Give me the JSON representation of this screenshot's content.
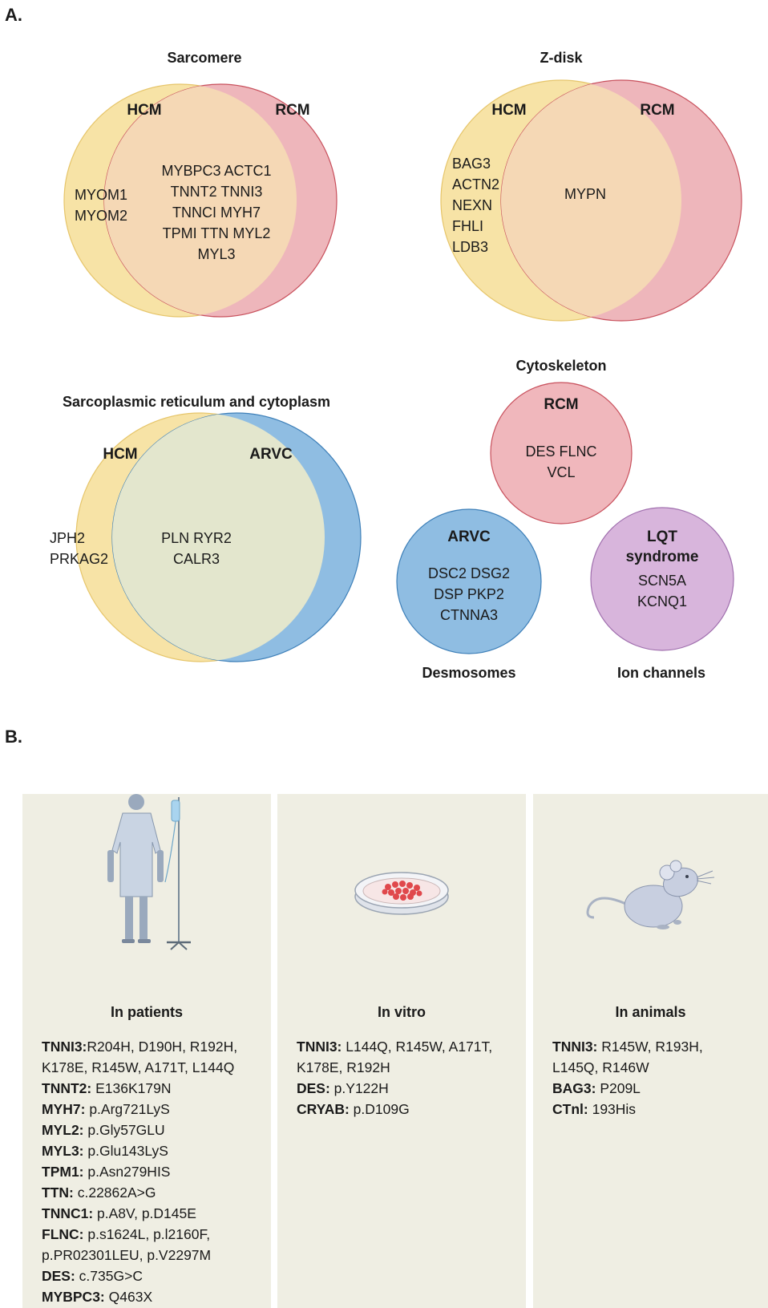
{
  "panel_a": {
    "letter": "A.",
    "sarcomere": {
      "title": "Sarcomere",
      "left_label": "HCM",
      "right_label": "RCM",
      "left_only": [
        "MYOM1",
        "MYOM2"
      ],
      "shared": [
        "MYBPC3 ACTC1",
        "TNNT2 TNNI3",
        "TNNCI MYH7",
        "TPMI TTN MYL2",
        "MYL3"
      ],
      "colors": {
        "left": "#f7e3a6",
        "right": "#eeb6bb",
        "overlap": "#f5d8b5"
      }
    },
    "zdisk": {
      "title": "Z-disk",
      "left_label": "HCM",
      "right_label": "RCM",
      "left_only": [
        "BAG3",
        "ACTN2",
        "NEXN",
        "FHLI",
        "LDB3"
      ],
      "shared": [
        "MYPN"
      ]
    },
    "sr": {
      "title": "Sarcoplasmic reticulum and cytoplasm",
      "left_label": "HCM",
      "right_label": "ARVC",
      "left_only": [
        "JPH2",
        "PRKAG2"
      ],
      "shared": [
        "PLN RYR2",
        "CALR3"
      ],
      "colors": {
        "left": "#f7e3a6",
        "right": "#8fbde2",
        "overlap": "#e3e6cd"
      }
    },
    "cytoskeleton": {
      "title": "Cytoskeleton",
      "label": "RCM",
      "genes": [
        "DES FLNC",
        "VCL"
      ],
      "color": "#f0b7bc"
    },
    "desmosomes": {
      "caption": "Desmosomes",
      "label": "ARVC",
      "genes": [
        "DSC2 DSG2",
        "DSP PKP2",
        "CTNNA3"
      ],
      "color": "#8fbde2"
    },
    "ion_channels": {
      "caption": "Ion channels",
      "label_line1": "LQT",
      "label_line2": "syndrome",
      "genes": [
        "SCN5A",
        "KCNQ1"
      ],
      "color": "#d8b5dc"
    }
  },
  "panel_b": {
    "letter": "B.",
    "cards": [
      {
        "title": "In patients",
        "icon": "patient-iv-icon",
        "rows": [
          {
            "gene": "TNNI3:",
            "text": "R204H, D190H, R192H,"
          },
          {
            "gene": "",
            "text": "K178E, R145W, A171T, L144Q"
          },
          {
            "gene": "TNNT2:",
            "text": " E136K179N"
          },
          {
            "gene": "MYH7:",
            "text": " p.Arg721LyS"
          },
          {
            "gene": "MYL2:",
            "text": " p.Gly57GLU"
          },
          {
            "gene": "MYL3:",
            "text": " p.Glu143LyS"
          },
          {
            "gene": "TPM1:",
            "text": " p.Asn279HIS"
          },
          {
            "gene": "TTN:",
            "text": " c.22862A>G"
          },
          {
            "gene": "TNNC1:",
            "text": " p.A8V, p.D145E"
          },
          {
            "gene": "FLNC:",
            "text": " p.s1624L, p.l2160F,"
          },
          {
            "gene": "",
            "text": "p.PR02301LEU, p.V2297M"
          },
          {
            "gene": "DES:",
            "text": " c.735G>C"
          },
          {
            "gene": "MYBPC3:",
            "text": " Q463X"
          }
        ]
      },
      {
        "title": "In vitro",
        "icon": "petri-dish-icon",
        "rows": [
          {
            "gene": "TNNI3:",
            "text": " L144Q, R145W, A171T,"
          },
          {
            "gene": "",
            "text": "K178E, R192H"
          },
          {
            "gene": "DES:",
            "text": " p.Y122H"
          },
          {
            "gene": "CRYAB:",
            "text": " p.D109G"
          }
        ]
      },
      {
        "title": "In animals",
        "icon": "mouse-icon",
        "rows": [
          {
            "gene": "TNNI3:",
            "text": " R145W, R193H,"
          },
          {
            "gene": "",
            "text": "L145Q, R146W"
          },
          {
            "gene": "BAG3:",
            "text": " P209L"
          },
          {
            "gene": "CTnl:",
            "text": " 193His"
          }
        ]
      }
    ]
  }
}
